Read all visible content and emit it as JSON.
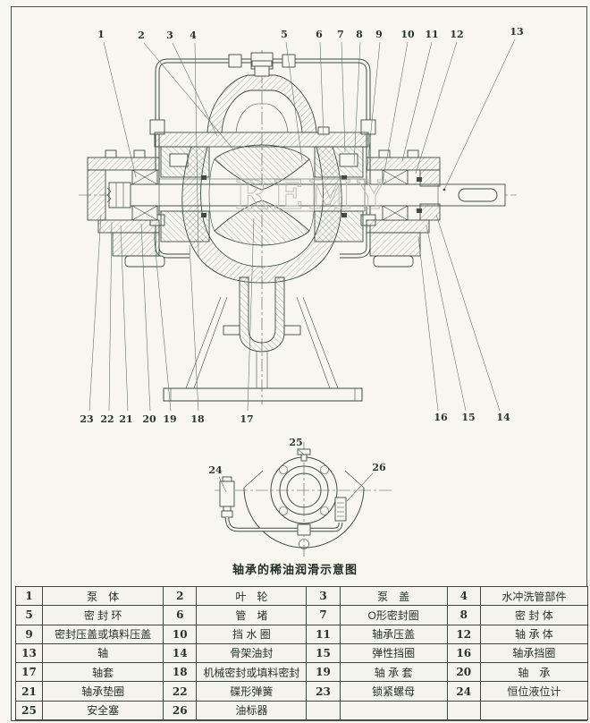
{
  "watermark": "REMY",
  "captions": {
    "lube": "轴承的稀油润滑示意图"
  },
  "callouts": {
    "n1": "1",
    "n2": "2",
    "n3": "3",
    "n4": "4",
    "n5": "5",
    "n6": "6",
    "n7": "7",
    "n8": "8",
    "n9": "9",
    "n10": "10",
    "n11": "11",
    "n12": "12",
    "n13": "13",
    "n14": "14",
    "n15": "15",
    "n16": "16",
    "n17": "17",
    "n18": "18",
    "n19": "19",
    "n20": "20",
    "n21": "21",
    "n22": "22",
    "n23": "23",
    "n24": "24",
    "n25": "25",
    "n26": "26"
  },
  "parts_table": {
    "rows": [
      [
        {
          "num": "1",
          "name": "泵　体"
        },
        {
          "num": "2",
          "name": "叶　轮"
        },
        {
          "num": "3",
          "name": "泵　盖"
        },
        {
          "num": "4",
          "name": "水冲洗管部件"
        }
      ],
      [
        {
          "num": "5",
          "name": "密 封 环"
        },
        {
          "num": "6",
          "name": "管　堵"
        },
        {
          "num": "7",
          "name": "O形密封圈"
        },
        {
          "num": "8",
          "name": "密 封 体"
        }
      ],
      [
        {
          "num": "9",
          "name": "密封压盖或填料压盖"
        },
        {
          "num": "10",
          "name": "挡 水 圈"
        },
        {
          "num": "11",
          "name": "轴承压盖"
        },
        {
          "num": "12",
          "name": "轴 承 体"
        }
      ],
      [
        {
          "num": "13",
          "name": "轴"
        },
        {
          "num": "14",
          "name": "骨架油封"
        },
        {
          "num": "15",
          "name": "弹性挡圈"
        },
        {
          "num": "16",
          "name": "轴承挡圈"
        }
      ],
      [
        {
          "num": "17",
          "name": "轴套"
        },
        {
          "num": "18",
          "name": "机械密封或填料密封"
        },
        {
          "num": "19",
          "name": "轴 承 套"
        },
        {
          "num": "20",
          "name": "轴　承"
        }
      ],
      [
        {
          "num": "21",
          "name": "轴承垫圈"
        },
        {
          "num": "22",
          "name": "碟形弹簧"
        },
        {
          "num": "23",
          "name": "锁紧螺母"
        },
        {
          "num": "24",
          "name": "恒位液位计"
        }
      ],
      [
        {
          "num": "25",
          "name": "安全塞"
        },
        {
          "num": "26",
          "name": "油标器"
        },
        {
          "num": "",
          "name": ""
        },
        {
          "num": "",
          "name": ""
        }
      ]
    ]
  }
}
